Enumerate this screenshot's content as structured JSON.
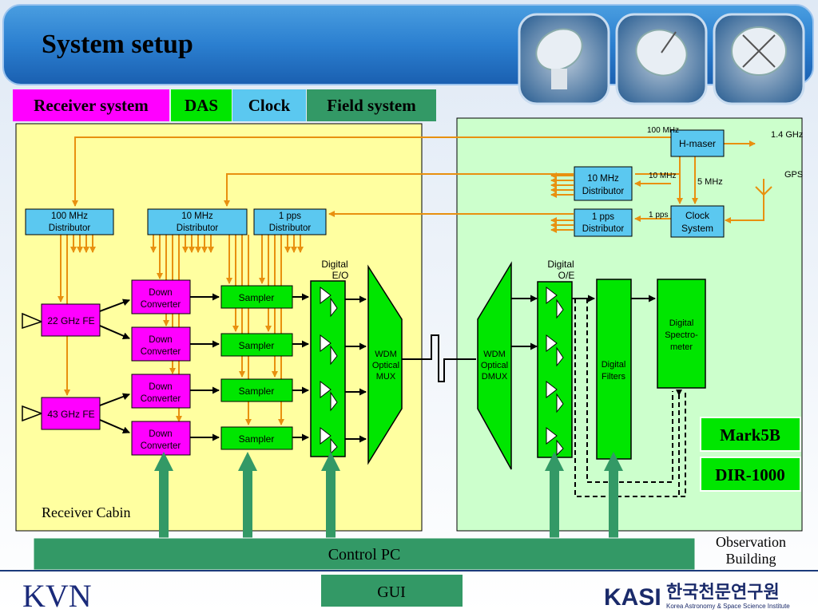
{
  "title": "System setup",
  "tabs": [
    {
      "label": "Receiver system",
      "color": "#ff00ff"
    },
    {
      "label": "DAS",
      "color": "#00e600"
    },
    {
      "label": "Clock",
      "color": "#5bc8f0"
    },
    {
      "label": "Field system",
      "color": "#339966"
    }
  ],
  "receiver_cabin": {
    "label": "Receiver Cabin",
    "distributors": [
      {
        "line1": "100 MHz",
        "line2": "Distributor"
      },
      {
        "line1": "10 MHz",
        "line2": "Distributor"
      },
      {
        "line1": "1 pps",
        "line2": "Distributor"
      }
    ],
    "front_ends": [
      "22 GHz FE",
      "43 GHz FE"
    ],
    "down_converter": {
      "line1": "Down",
      "line2": "Converter"
    },
    "sampler": "Sampler",
    "digital_eo": {
      "line1": "Digital",
      "line2": "E/O"
    },
    "wdm_mux": {
      "line1": "WDM",
      "line2": "Optical",
      "line3": "MUX"
    }
  },
  "observation_building": {
    "label_line1": "Observation",
    "label_line2": "Building",
    "hmaser": "H-maser",
    "freq_100mhz": "100 MHz",
    "freq_1_4ghz": "1.4 GHz",
    "freq_10mhz": "10 MHz",
    "freq_5mhz": "5 MHz",
    "freq_1pps": "1 pps",
    "gps": "GPS",
    "dist_10mhz": {
      "line1": "10 MHz",
      "line2": "Distributor"
    },
    "dist_1pps": {
      "line1": "1 pps",
      "line2": "Distributor"
    },
    "clock_system": {
      "line1": "Clock",
      "line2": "System"
    },
    "digital_oe": {
      "line1": "Digital",
      "line2": "O/E"
    },
    "wdm_dmux": {
      "line1": "WDM",
      "line2": "Optical",
      "line3": "DMUX"
    },
    "digital_filters": {
      "line1": "Digital",
      "line2": "Filters"
    },
    "spectrometer": {
      "line1": "Digital",
      "line2": "Spectro-",
      "line3": "meter"
    },
    "mark5b": "Mark5B",
    "dir1000": "DIR-1000"
  },
  "control_pc": "Control PC",
  "gui": "GUI",
  "footer": {
    "kvn": "KVN",
    "org_korean": "한국천문연구원",
    "org_english": "Korea Astronomy & Space Science Institute",
    "logo_text": "KASI"
  },
  "colors": {
    "orange": "#e8900f",
    "magenta": "#ff00ff",
    "green": "#00e600",
    "blue_box": "#5bc8f0",
    "control_green": "#339966",
    "yellow_panel": "#ffffa0",
    "green_panel": "#ccffcc"
  }
}
